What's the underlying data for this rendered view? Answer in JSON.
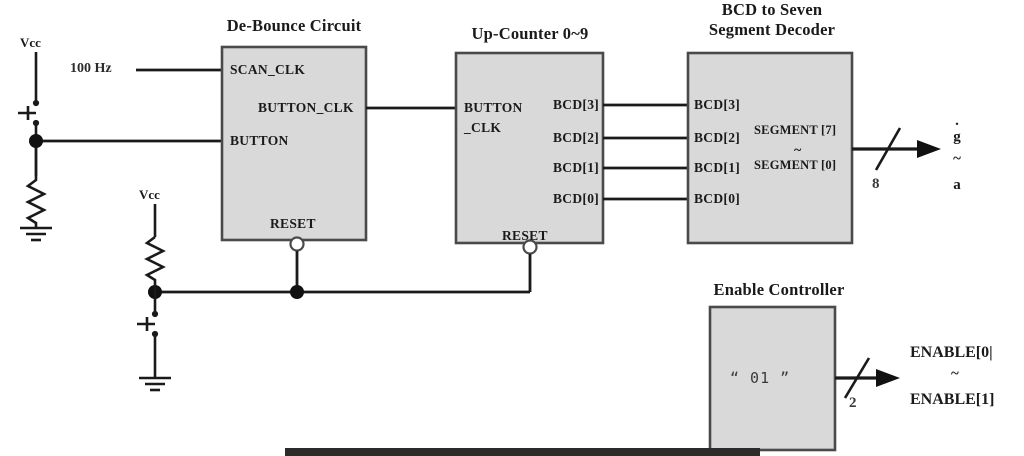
{
  "diagram": {
    "title_blocks": {
      "debounce": "De-Bounce Circuit",
      "counter": "Up-Counter 0~9",
      "decoder_line1": "BCD to Seven",
      "decoder_line2": "Segment Decoder",
      "enable": "Enable Controller"
    },
    "colors": {
      "block_fill": "#d9d9d9",
      "block_stroke": "#4a4a4a",
      "wire": "#1a1a1a",
      "text": "#1a1a1a"
    },
    "signals": {
      "clock_source": "100 Hz",
      "vcc_button": "Vcc",
      "vcc_reset": "Vcc"
    },
    "debounce_pins": {
      "scan_clk": "SCAN_CLK",
      "button_clk": "BUTTON_CLK",
      "button": "BUTTON",
      "reset": "RESET"
    },
    "counter_pins": {
      "button_clk_line1": "BUTTON",
      "button_clk_line2": "_CLK",
      "reset": "RESET",
      "outputs": [
        "BCD[3]",
        "BCD[2]",
        "BCD[1]",
        "BCD[0]"
      ]
    },
    "decoder_pins": {
      "inputs": [
        "BCD[3]",
        "BCD[2]",
        "BCD[1]",
        "BCD[0]"
      ],
      "out_line1": "SEGMENT [7]",
      "out_tilde": "~",
      "out_line2": "SEGMENT [0]"
    },
    "decoder_output": {
      "bus_width": "8",
      "label_dot": ".",
      "label_top": "g",
      "label_tilde": "~",
      "label_bottom": "a"
    },
    "enable_block": {
      "value": "“ 01 ”",
      "bus_width": "2",
      "label_top": "ENABLE[0|",
      "label_tilde": "~",
      "label_bottom": "ENABLE[1]"
    }
  }
}
